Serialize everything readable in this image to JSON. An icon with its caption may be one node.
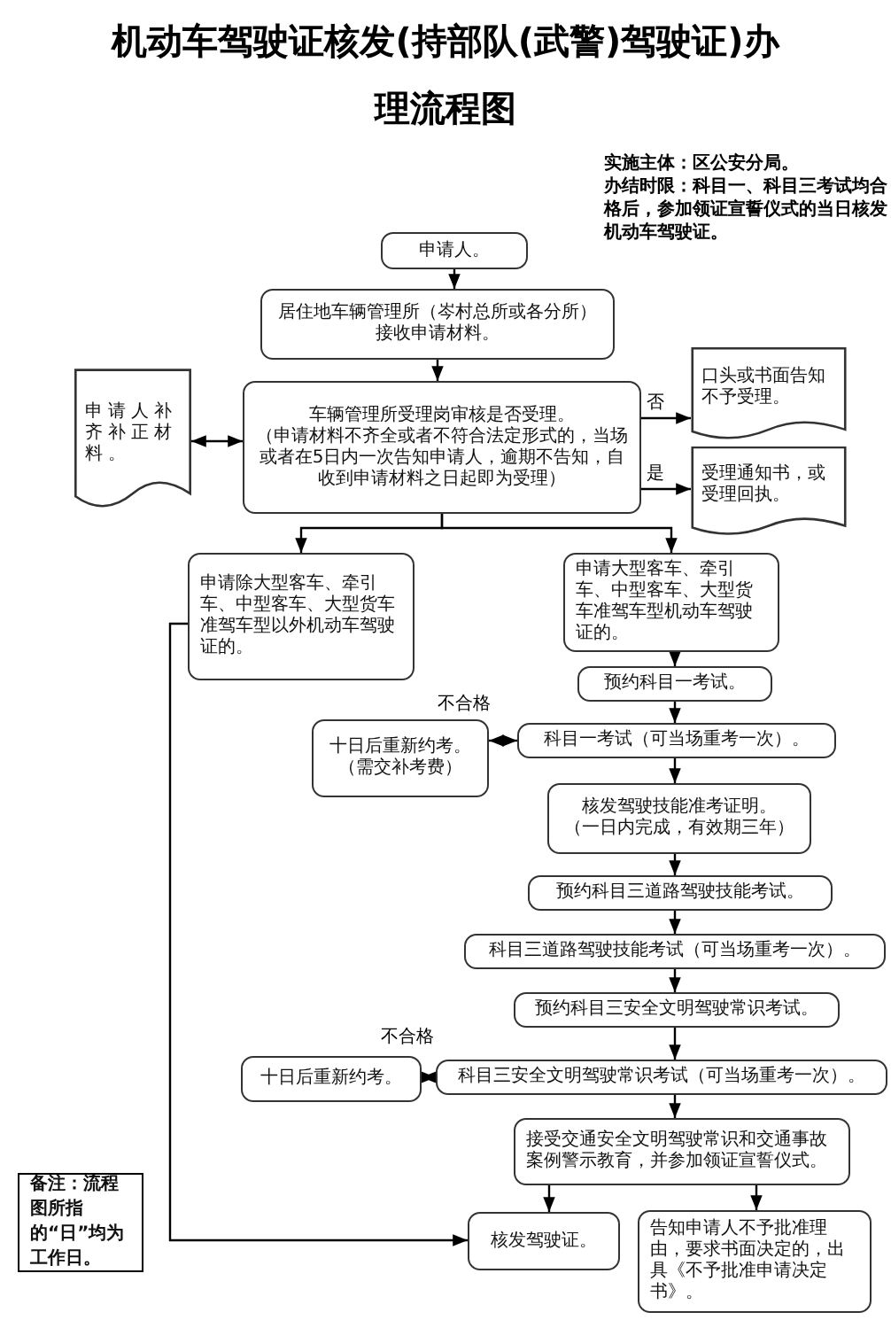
{
  "diagram": {
    "title": "机动车驾驶证核发(持部队(武警)驾驶证)办理流程图",
    "nodes": [
      {
        "text": [
          "申请人。"
        ]
      },
      {
        "text": [
          "居住地车辆管理所（岑村总所或各分所）接收申请材料。"
        ]
      },
      {
        "text": [
          "车辆管理所受理岗审核是否受理。",
          "（申请材料不齐全或者不符合法定形式的，当场或者在5日内一次告知申请人，逾期不告知，自收到申请材料之日起即为受理）"
        ]
      },
      {
        "text": [
          "申请人补齐补正材料。"
        ]
      },
      {
        "text": [
          "口头或书面告知不予受理。"
        ]
      },
      {
        "text": [
          "受理通知书，或受理回执。"
        ]
      },
      {
        "text": [
          "申请除大型客车、牵引车、中型客车、大型货车准驾车型以外机动车驾驶证的。"
        ]
      },
      {
        "text": [
          "申请大型客车、牵引车、中型客车、大型货车准驾车型机动车驾驶证的。"
        ]
      },
      {
        "text": [
          "预约科目一考试。"
        ]
      },
      {
        "text": [
          "十日后重新约考。",
          "（需交补考费）"
        ]
      },
      {
        "text": [
          "科目一考试（可当场重考一次）。"
        ]
      },
      {
        "text": [
          "核发驾驶技能准考证明。",
          "（一日内完成，有效期三年）"
        ]
      },
      {
        "text": [
          "预约科目三道路驾驶技能考试。"
        ]
      },
      {
        "text": [
          "科目三道路驾驶技能考试（可当场重考一次）。"
        ]
      },
      {
        "text": [
          "预约科目三安全文明驾驶常识考试。"
        ]
      },
      {
        "text": [
          "十日后重新约考。"
        ]
      },
      {
        "text": [
          "科目三安全文明驾驶常识考试（可当场重考一次）。"
        ]
      },
      {
        "text": [
          "接受交通安全文明驾驶常识和交通事故案例警示教育，并参加领证宣誓仪式。"
        ]
      },
      {
        "text": [
          "核发驾驶证。"
        ]
      },
      {
        "text": [
          "告知申请人不予批准理由，要求书面决定的，出具《不予批准申请决定书》。"
        ]
      },
      {
        "text": [
          "备注：流程图所指的“日”均为工作日。"
        ]
      }
    ],
    "edges": [
      {
        "from": 0,
        "to": 1,
        "arrow": "to"
      },
      {
        "from": 1,
        "to": 2,
        "arrow": "to"
      },
      {
        "from": 2,
        "to": 3,
        "arrow": "both"
      },
      {
        "from": 2,
        "to": 4,
        "arrow": "to",
        "label": "否"
      },
      {
        "from": 2,
        "to": 5,
        "arrow": "to",
        "label": "是"
      },
      {
        "from": 2,
        "to": 6,
        "arrow": "to"
      },
      {
        "from": 2,
        "to": 7,
        "arrow": "to"
      },
      {
        "from": 7,
        "to": 8,
        "arrow": "to"
      },
      {
        "from": 8,
        "to": 10,
        "arrow": "to"
      },
      {
        "from": 10,
        "to": 9,
        "arrow": "both",
        "label": "不合格"
      },
      {
        "from": 10,
        "to": 11,
        "arrow": "to"
      },
      {
        "from": 11,
        "to": 12,
        "arrow": "to"
      },
      {
        "from": 12,
        "to": 13,
        "arrow": "to"
      },
      {
        "from": 13,
        "to": 14,
        "arrow": "to"
      },
      {
        "from": 14,
        "to": 16,
        "arrow": "to"
      },
      {
        "from": 16,
        "to": 15,
        "arrow": "both",
        "label": "不合格"
      },
      {
        "from": 16,
        "to": 17,
        "arrow": "to"
      },
      {
        "from": 17,
        "to": 18,
        "arrow": "to"
      },
      {
        "from": 17,
        "to": 19,
        "arrow": "to"
      },
      {
        "from": 6,
        "to": 18,
        "arrow": "to"
      }
    ],
    "labels": [
      "实施主体：区公安分局。",
      "办结时限：科目一、科目三考试均合格后，参加领证宣誓仪式的当日核发机动车驾驶证。"
    ]
  }
}
